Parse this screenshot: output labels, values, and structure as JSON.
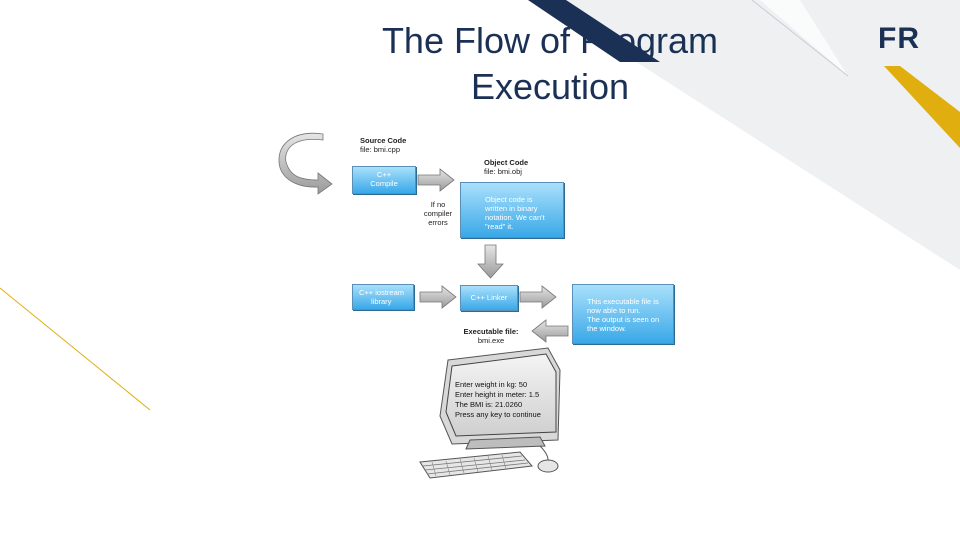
{
  "slide": {
    "title_line1": "The Flow of Program",
    "title_line2": "Execution",
    "logo": "FR",
    "colors": {
      "navy": "#1b3055",
      "gold": "#e0ae0e",
      "light_grey": "#eef0f2",
      "box_blue": "#3aa8e8"
    }
  },
  "diagram": {
    "source_label": {
      "line1": "Source Code",
      "line2": "file: bmi.cpp"
    },
    "compile_box": {
      "line1": "C++",
      "line2": "Compile"
    },
    "object_label": {
      "line1": "Object Code",
      "line2": "file: bmi.obj"
    },
    "object_box": {
      "line1": "Object code is",
      "line2": "written in binary",
      "line3": "notation. We can't",
      "line4": "\"read\" it."
    },
    "no_errors": {
      "line1": "If no",
      "line2": "compiler",
      "line3": "errors"
    },
    "iostream_box": {
      "line1": "C++ iostream",
      "line2": "library"
    },
    "linker_box": {
      "line1": "C++ Linker"
    },
    "exec_box": {
      "line1": "This executable file is",
      "line2": "now able to run.",
      "line3": "The output is seen on",
      "line4": "the window."
    },
    "exec_label": {
      "line1": "Executable file:",
      "line2": "bmi.exe"
    },
    "screen": {
      "line1": "Enter weight in kg: 50",
      "line2": "Enter height in meter: 1.5",
      "line3": "The BMI is: 21.0260",
      "line4": "Press any key to continue"
    }
  }
}
